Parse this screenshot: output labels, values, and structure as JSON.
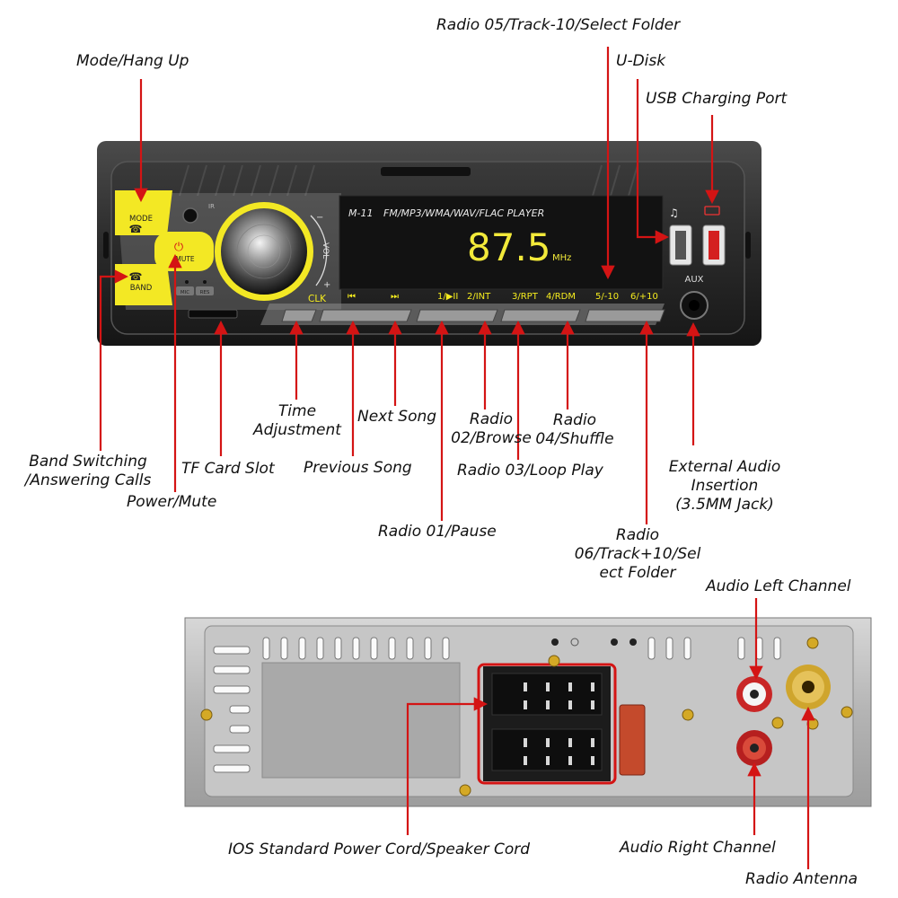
{
  "front_panel": {
    "mode_button": "MODE",
    "band_button": "BAND",
    "mute_button": "MUTE",
    "ir_label": "IR",
    "mic_label": "MIC",
    "res_label": "RES",
    "model": "M-11",
    "formats": "FM/MP3/WMA/WAV/FLAC  PLAYER",
    "display_freq": "87.5",
    "display_unit": "MHz",
    "vol_label": "VOL",
    "vol_minus": "−",
    "vol_plus": "+",
    "clk_label": "CLK",
    "prev_icon": "⏮",
    "next_icon": "⏭",
    "btn1": "1/▶II",
    "btn2": "2/INT",
    "btn3": "3/RPT",
    "btn4": "4/RDM",
    "btn5": "5/-10",
    "btn6": "6/+10",
    "music_icon": "♫",
    "aux_label": "AUX"
  },
  "callouts": {
    "radio05": "Radio 05/Track-10/Select Folder",
    "mode_hang_up": "Mode/Hang Up",
    "u_disk": "U-Disk",
    "usb_charging": "USB Charging Port",
    "time_adjust_1": "Time",
    "time_adjust_2": "Adjustment",
    "next_song": "Next Song",
    "radio02_1": "Radio",
    "radio02_2": "02/Browse",
    "radio04_1": "Radio",
    "radio04_2": "04/Shuffle",
    "band_switch_1": "Band Switching",
    "band_switch_2": "/Answering Calls",
    "tf_slot": "TF Card Slot",
    "previous_song": "Previous Song",
    "radio03": "Radio 03/Loop Play",
    "ext_audio_1": "External Audio",
    "ext_audio_2": "Insertion",
    "ext_audio_3": "(3.5MM Jack)",
    "power_mute": "Power/Mute",
    "radio01": "Radio 01/Pause",
    "radio06_1": "Radio",
    "radio06_2": "06/Track+10/Sel",
    "radio06_3": "ect Folder",
    "audio_left": "Audio Left Channel",
    "ios_power": "IOS Standard Power Cord/Speaker Cord",
    "audio_right": "Audio Right Channel",
    "radio_antenna": "Radio Antenna"
  },
  "colors": {
    "arrow": "#d41414",
    "display_yellow": "#f2e93a",
    "accent_yellow": "#f5ec1e",
    "panel_dark": "#232323"
  }
}
